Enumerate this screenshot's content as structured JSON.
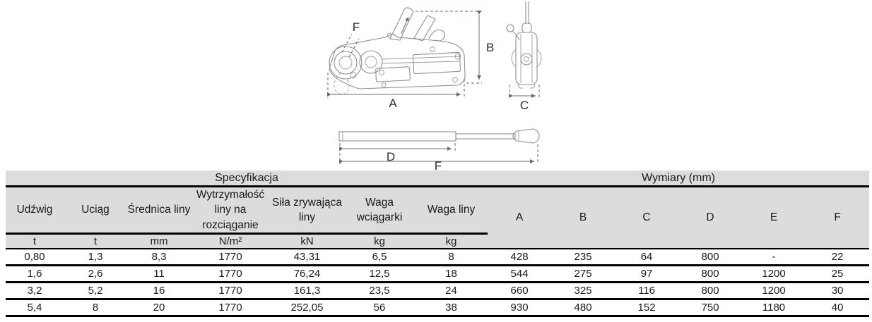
{
  "diagram": {
    "side_view": {
      "label_f": "F",
      "label_b": "B",
      "label_a": "A"
    },
    "end_view": {
      "label_c": "C"
    },
    "handle": {
      "label_d": "D",
      "label_f": "F"
    }
  },
  "table": {
    "section_headers": {
      "spec": "Specyfikacja",
      "dims": "Wymiary (mm)"
    },
    "spec_columns": [
      {
        "label": "Udźwig",
        "unit": "t"
      },
      {
        "label": "Uciąg",
        "unit": "t"
      },
      {
        "label": "Średnica liny",
        "unit": "mm"
      },
      {
        "label": "Wytrzymałość liny na rozciąganie",
        "unit": "N/m²"
      },
      {
        "label": "Siła zrywająca liny",
        "unit": "kN"
      },
      {
        "label": "Waga wciągarki",
        "unit": "kg"
      },
      {
        "label": "Waga liny",
        "unit": "kg"
      }
    ],
    "dim_columns": [
      "A",
      "B",
      "C",
      "D",
      "E",
      "F"
    ],
    "rows": [
      [
        "0,80",
        "1,3",
        "8,3",
        "1770",
        "43,31",
        "6,5",
        "8",
        "428",
        "235",
        "64",
        "800",
        "-",
        "22"
      ],
      [
        "1,6",
        "2,6",
        "11",
        "1770",
        "76,24",
        "12,5",
        "18",
        "544",
        "275",
        "97",
        "800",
        "1200",
        "25"
      ],
      [
        "3,2",
        "5,2",
        "16",
        "1770",
        "161,3",
        "23,5",
        "24",
        "660",
        "325",
        "116",
        "800",
        "1200",
        "30"
      ],
      [
        "5,4",
        "8",
        "20",
        "1770",
        "252,05",
        "56",
        "38",
        "930",
        "480",
        "152",
        "750",
        "1180",
        "40"
      ]
    ]
  },
  "colors": {
    "header_bg": "#dcdcdc",
    "rule": "#000000",
    "drawing_stroke": "#8f8f8f",
    "dimension_stroke": "#6b6b6b"
  }
}
